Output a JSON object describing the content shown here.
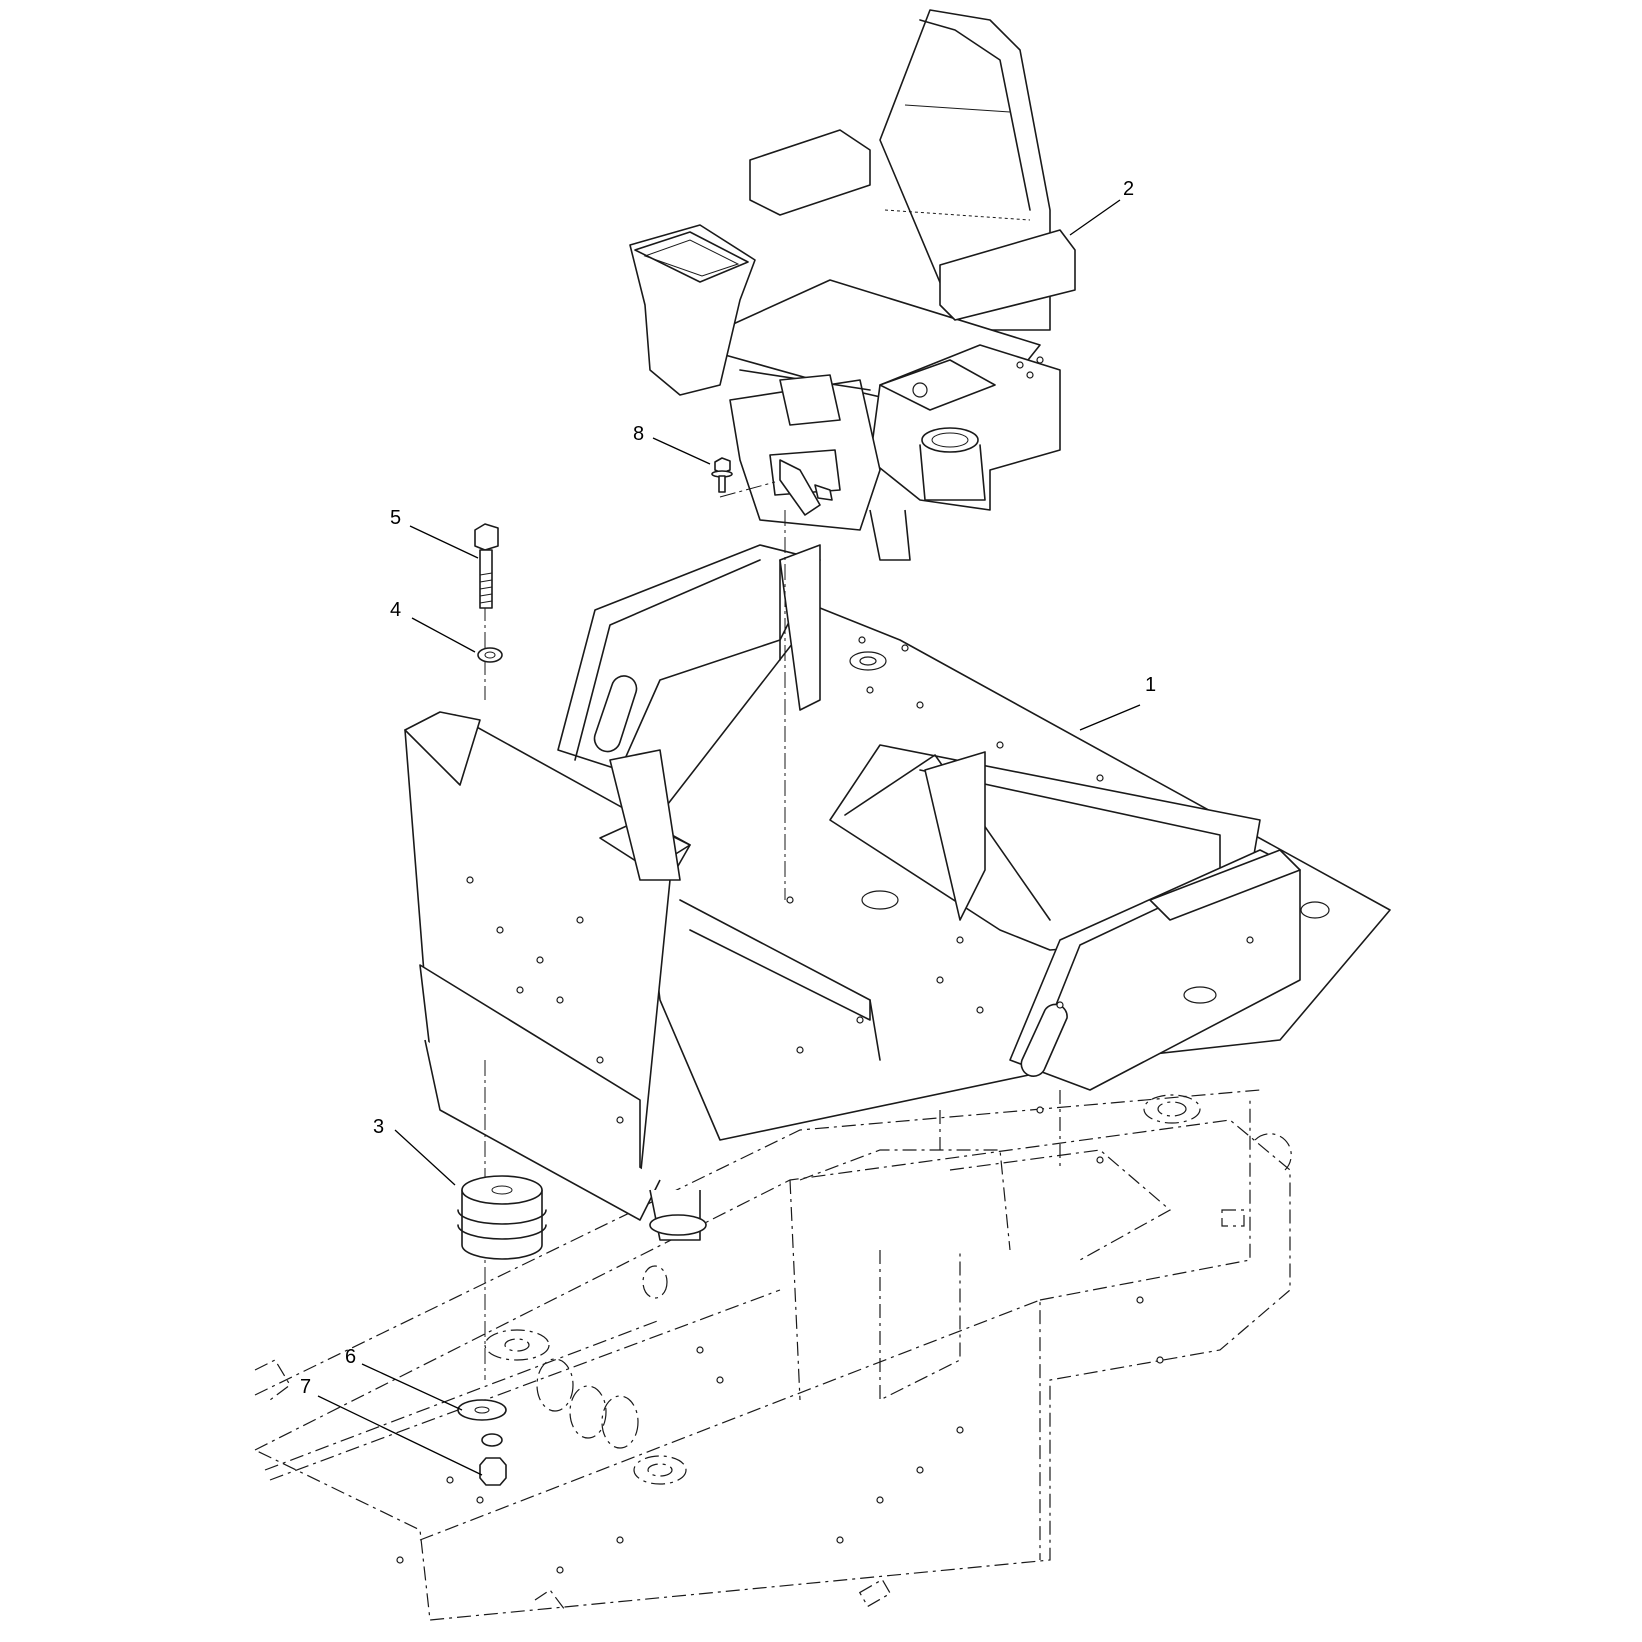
{
  "callouts": [
    {
      "id": "1",
      "label": "1"
    },
    {
      "id": "2",
      "label": "2"
    },
    {
      "id": "3",
      "label": "3"
    },
    {
      "id": "4",
      "label": "4"
    },
    {
      "id": "5",
      "label": "5"
    },
    {
      "id": "6",
      "label": "6"
    },
    {
      "id": "7",
      "label": "7"
    },
    {
      "id": "8",
      "label": "8"
    }
  ],
  "icons": [
    "seat-assembly",
    "seat-platform-frame",
    "isolator-mount",
    "washer",
    "bolt",
    "flat-washer",
    "nut",
    "flange-screw",
    "machine-chassis"
  ]
}
